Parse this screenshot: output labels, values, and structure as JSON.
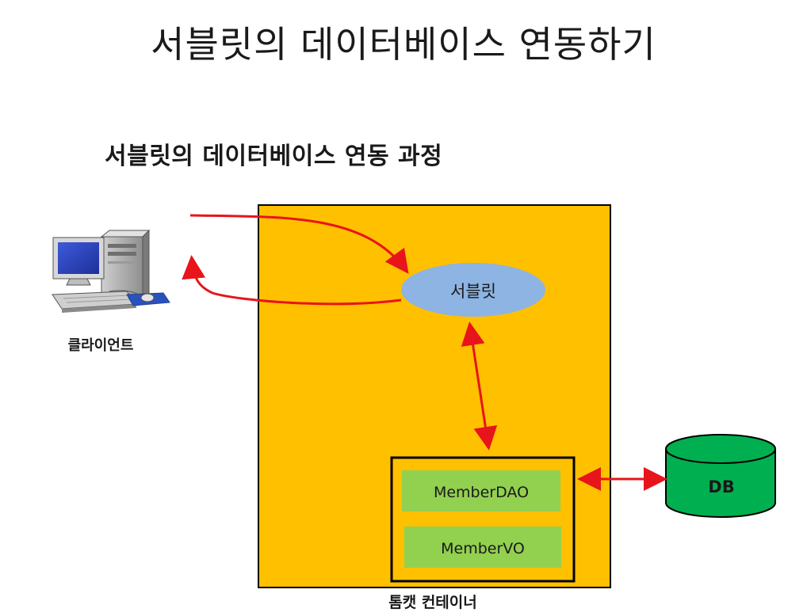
{
  "title": "서블릿의 데이터베이스 연동하기",
  "subtitle": "서블릿의 데이터베이스 연동 과정",
  "diagram": {
    "client_label": "클라이언트",
    "servlet_label": "서블릿",
    "container_label": "톰캣 컨테이너",
    "dao_label": "MemberDAO",
    "vo_label": "MemberVO",
    "db_label": "DB"
  },
  "colors": {
    "container_fill": "#ffc000",
    "servlet_fill": "#8db4e2",
    "class_box_fill": "#92d050",
    "db_fill": "#00b050",
    "arrow": "#ff0000"
  }
}
